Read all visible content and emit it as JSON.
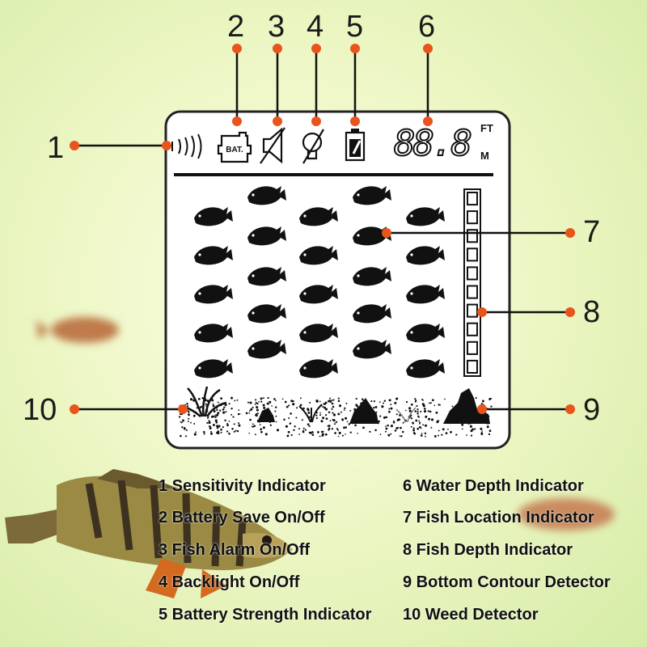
{
  "callouts": [
    "1",
    "2",
    "3",
    "4",
    "5",
    "6",
    "7",
    "8",
    "9",
    "10"
  ],
  "display": {
    "bat_label": "BAT.",
    "depth_digits": "88.8",
    "unit_ft": "FT",
    "unit_m": "M",
    "depth_segments": 10
  },
  "legend_left": [
    "1 Sensitivity Indicator",
    "2 Battery Save On/Off",
    "3 Fish Alarm On/Off",
    "4 Backlight On/Off",
    "5 Battery Strength Indicator"
  ],
  "legend_right": [
    "6  Water Depth Indicator",
    "7  Fish Location Indicator",
    "8  Fish Depth Indicator",
    "9  Bottom Contour Detector",
    "10 Weed Detector"
  ],
  "colors": {
    "callout_dot": "#e8541b",
    "lcd_ink": "#111111",
    "background": "#e8f4be"
  }
}
